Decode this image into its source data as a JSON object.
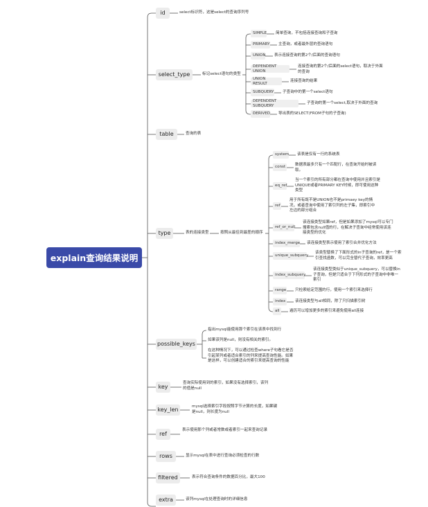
{
  "root": "explain查询结果说明",
  "sections": {
    "id": {
      "label": "id",
      "desc": "select标识符，这是select的查询序列号"
    },
    "select_type": {
      "label": "select_type",
      "desc": "标记select语句的类型",
      "children": [
        {
          "label": "SIMPLE",
          "desc": "简单查询，不包括连接查询和子查询"
        },
        {
          "label": "PRIMARY",
          "desc": "主查询，或者最外层的查询语句"
        },
        {
          "label": "UNION",
          "desc": "表示连接查询的第2个/后面的查询语句"
        },
        {
          "label": "DEPENDENT UNION",
          "desc": "连接查询的第2个/后面的select语句，取决于外面的查询"
        },
        {
          "label": "UNION RESULT",
          "desc": "连接查询的结果"
        },
        {
          "label": "SUBQUERY",
          "desc": "子查询中的第一个select语句"
        },
        {
          "label": "DEPENDENT SUBQUERY",
          "desc": "子查询的第一个select,取决于外面的查询"
        },
        {
          "label": "DERIVED",
          "desc": "导出表的SELECT(FROM子句的子查询)"
        }
      ]
    },
    "table": {
      "label": "table",
      "desc": "查询的表"
    },
    "type": {
      "label": "type",
      "desc": "表的连接类型",
      "desc2": "按照从最佳到最差的顺序",
      "children": [
        {
          "label": "system",
          "desc": "该表是仅有一行的系统表"
        },
        {
          "label": "const",
          "desc": "数据表最多只有一个匹配行，在查询开始时被读取。"
        },
        {
          "label": "eq_ref",
          "desc": "当一个索引的所有部分都在查询中使用并且索引是UNIQUE或者PRIMARY KEY时候，即可使用这种类型"
        },
        {
          "label": "ref",
          "desc": "用于所有既不是UNION也不是primaey key的情况，或者查询中使用了索引列的左子集，即索引中左边的部分组合"
        },
        {
          "label": "ref_or_null",
          "desc": "该连接类型如果ref，但是如果添加了mysql可以专门搜索包含null值的行，在解决子查询中经常使用该连接类型的优化"
        },
        {
          "label": "index_merge",
          "desc": "该连接类型表示使用了索引合并优化方法"
        },
        {
          "label": "unique_subquery",
          "desc": "该类型替换了下面形式的in子查询的ref，是一个索引查找函数，可以完全替代子查询，效率更高"
        },
        {
          "label": "index_subquery",
          "desc": "该连接类型类似于unique_subquery，可以替换in子查询，但是只适合于下列形式的子查询中非唯一索引"
        },
        {
          "label": "range",
          "desc": "只检索给定范围的行，使用一个索引来选择行"
        },
        {
          "label": "index",
          "desc": "该连接类型与all相同，除了只扫描索引树"
        },
        {
          "label": "all",
          "desc": "遍历可以增加更多的索引来避免使用all连接"
        }
      ]
    },
    "possible_keys": {
      "label": "possible_keys",
      "descs": [
        "指出mysql能使用那个索引在该表中找到行",
        "如果该列是null，则没有相关的索引。",
        "在这种情况下，可以通过检查where子句看它是否引起某列或者适合索引的列来提高查询性能。如果是这样，可以创建适合的索引来提高查询的性能"
      ]
    },
    "key": {
      "label": "key",
      "desc": "查询实际使用到的索引，如果没有选择索引，该列的值是null"
    },
    "key_len": {
      "label": "key_len",
      "desc": "mysql选择索引字段按照字节计算的长度，如果键是null，则长度为null"
    },
    "ref": {
      "label": "ref",
      "desc": "表示使用那个列或者常数或者索引一起来查询记录"
    },
    "rows": {
      "label": "rows",
      "desc": "显示mysql在表中进行查询必须检查的行数"
    },
    "filtered": {
      "label": "filtered",
      "desc": "表示符合查询条件的数据百分比，最大100"
    },
    "extra": {
      "label": "extra",
      "desc": "该列mysql在处理查询时的详细信息"
    }
  }
}
